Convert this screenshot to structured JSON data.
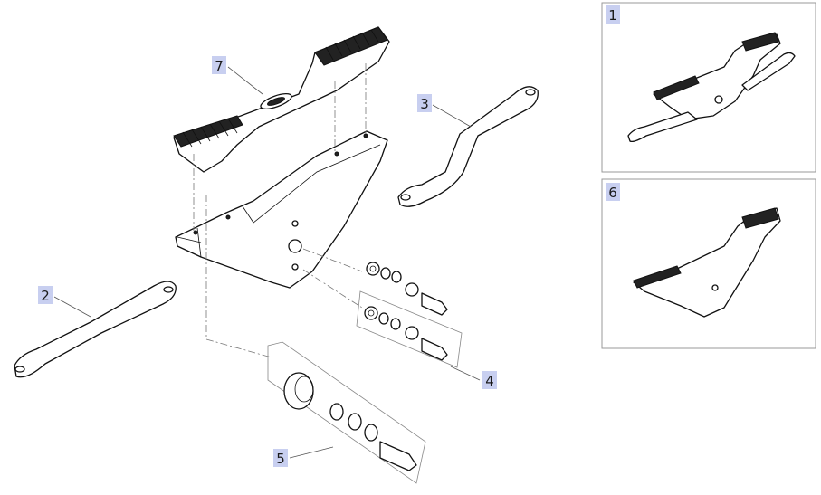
{
  "callouts": [
    {
      "id": "1",
      "label": "1"
    },
    {
      "id": "2",
      "label": "2"
    },
    {
      "id": "3",
      "label": "3"
    },
    {
      "id": "4",
      "label": "4"
    },
    {
      "id": "5",
      "label": "5"
    },
    {
      "id": "6",
      "label": "6"
    },
    {
      "id": "7",
      "label": "7"
    }
  ],
  "colors": {
    "callout_background": "#c8cff0",
    "line": "#111111",
    "frame": "#999999"
  }
}
